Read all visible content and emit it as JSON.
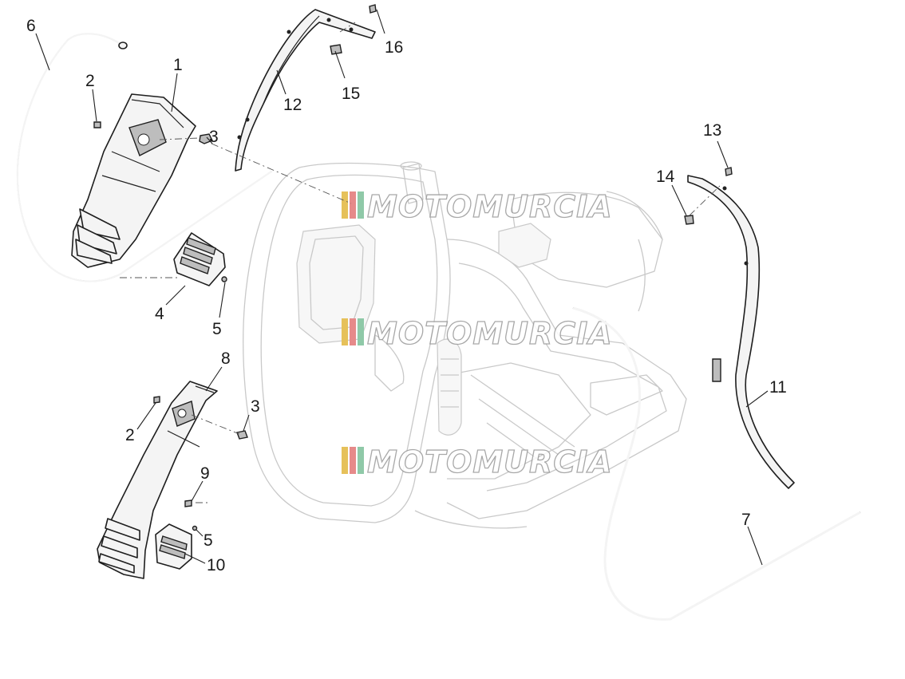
{
  "diagram": {
    "watermark": "MOTOMURCIA",
    "watermark_colors": [
      "#e6c15a",
      "#e68a8a",
      "#8fc9a8"
    ],
    "callouts": [
      {
        "id": "c1",
        "label": "1"
      },
      {
        "id": "c2a",
        "label": "2"
      },
      {
        "id": "c2b",
        "label": "2"
      },
      {
        "id": "c3a",
        "label": "3"
      },
      {
        "id": "c3b",
        "label": "3"
      },
      {
        "id": "c4",
        "label": "4"
      },
      {
        "id": "c5a",
        "label": "5"
      },
      {
        "id": "c5b",
        "label": "5"
      },
      {
        "id": "c6",
        "label": "6"
      },
      {
        "id": "c7",
        "label": "7"
      },
      {
        "id": "c8",
        "label": "8"
      },
      {
        "id": "c9",
        "label": "9"
      },
      {
        "id": "c10",
        "label": "10"
      },
      {
        "id": "c11",
        "label": "11"
      },
      {
        "id": "c12",
        "label": "12"
      },
      {
        "id": "c13",
        "label": "13"
      },
      {
        "id": "c14",
        "label": "14"
      },
      {
        "id": "c15",
        "label": "15"
      },
      {
        "id": "c16",
        "label": "16"
      }
    ]
  }
}
